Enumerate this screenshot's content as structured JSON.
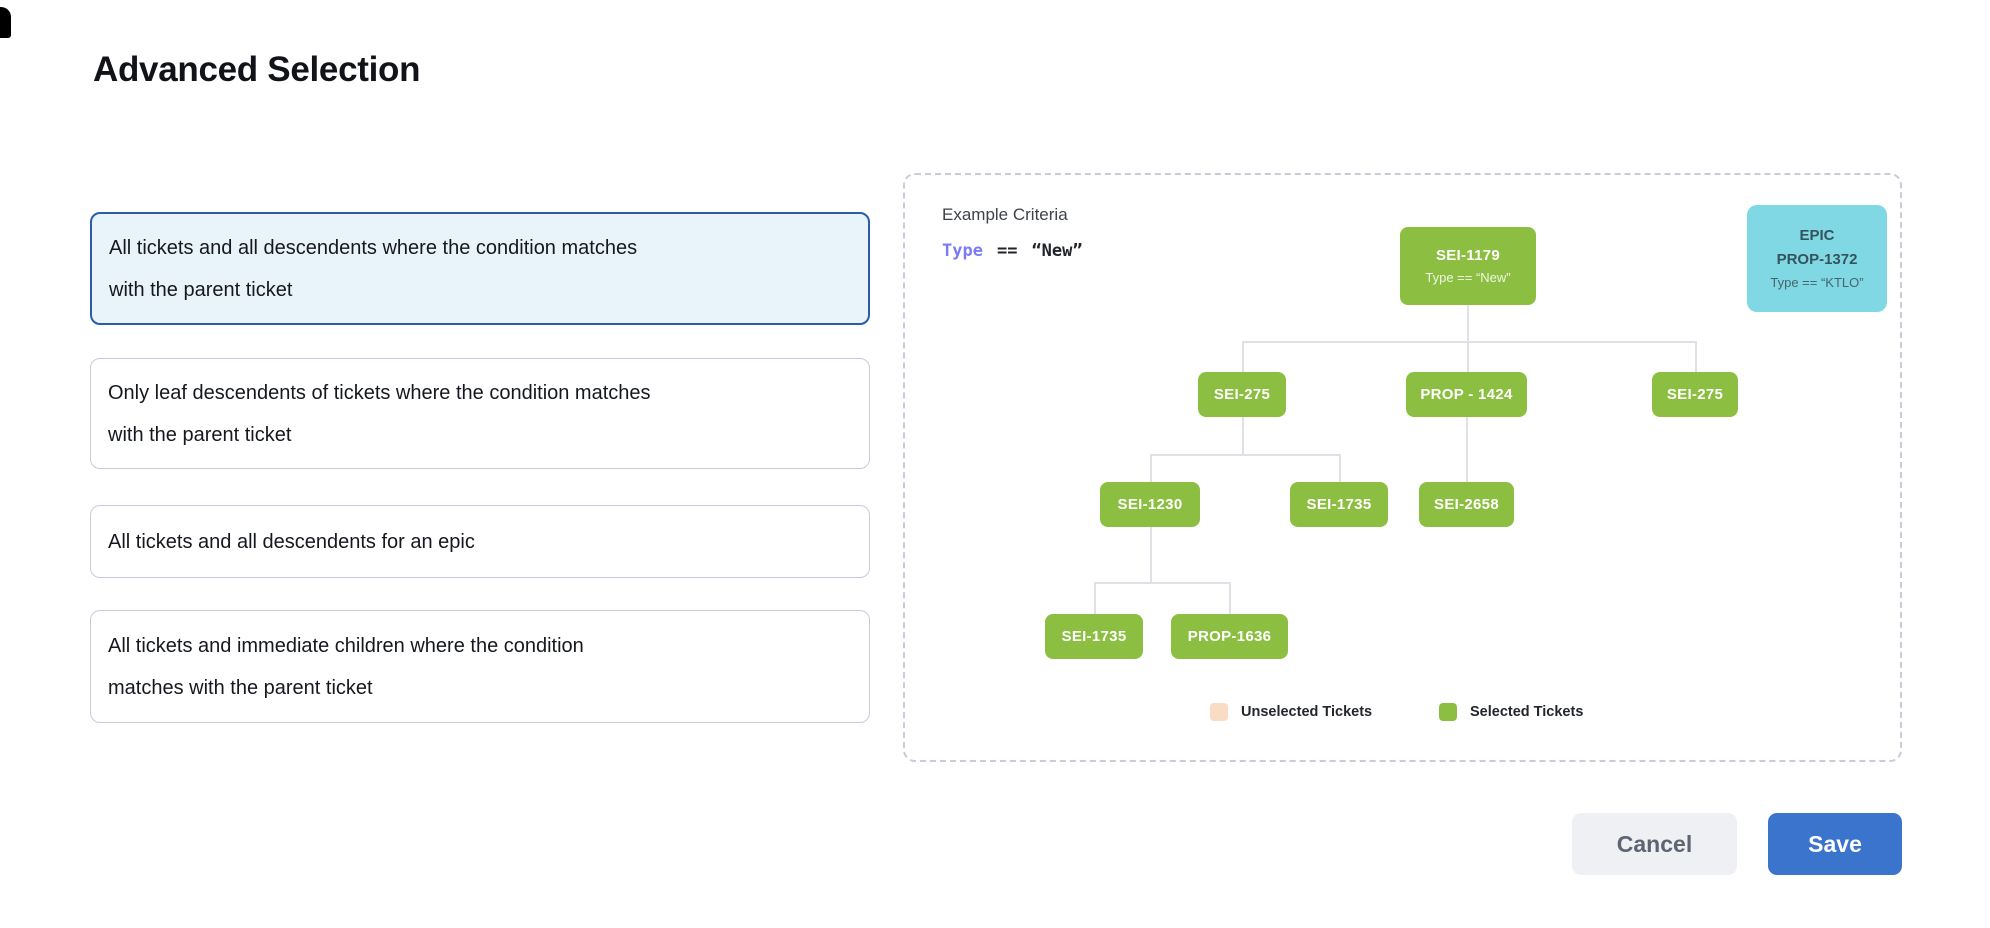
{
  "page": {
    "title": "Advanced Selection"
  },
  "options": [
    {
      "label": "All tickets and all descendents where the condition matches with the parent ticket",
      "selected": true
    },
    {
      "label": "Only leaf descendents of tickets where the condition matches with the parent ticket",
      "selected": false
    },
    {
      "label": "All tickets and all descendents for an epic",
      "selected": false
    },
    {
      "label": "All tickets and immediate children where the condition matches with the parent ticket",
      "selected": false
    }
  ],
  "example": {
    "heading": "Example Criteria",
    "criteria": {
      "field": "Type",
      "operator": "==",
      "value": "“New”"
    }
  },
  "tree": {
    "root": {
      "label": "SEI-1179",
      "sub": "Type == “New”"
    },
    "nodes": [
      "SEI-275",
      "PROP - 1424",
      "SEI-275",
      "SEI-1230",
      "SEI-1735",
      "SEI-2658",
      "SEI-1735",
      "PROP-1636"
    ]
  },
  "epic": {
    "type_label": "EPIC",
    "id": "PROP-1372",
    "criteria": "Type == “KTLO”"
  },
  "legend": [
    {
      "label": "Unselected Tickets",
      "color": "#F8DCC4"
    },
    {
      "label": "Selected Tickets",
      "color": "#8CBF41"
    }
  ],
  "actions": {
    "cancel": "Cancel",
    "save": "Save"
  },
  "colors": {
    "selected_card_border": "#2A5CA8",
    "selected_card_bg": "#E9F3FA",
    "node_green": "#8CBF41",
    "epic_cyan": "#7FD8E4",
    "criteria_purple": "#7B7BF6",
    "save_blue": "#3B74CD"
  }
}
